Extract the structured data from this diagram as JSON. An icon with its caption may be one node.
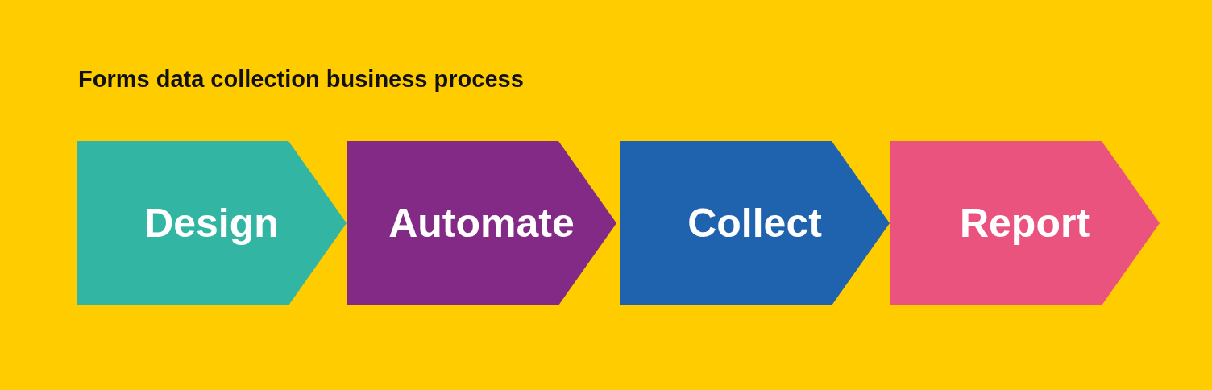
{
  "diagram": {
    "title": "Forms data collection business process",
    "nodes": [
      {
        "text": [
          "Design"
        ]
      },
      {
        "text": [
          "Automate"
        ]
      },
      {
        "text": [
          "Collect"
        ]
      },
      {
        "text": [
          "Report"
        ]
      }
    ]
  }
}
